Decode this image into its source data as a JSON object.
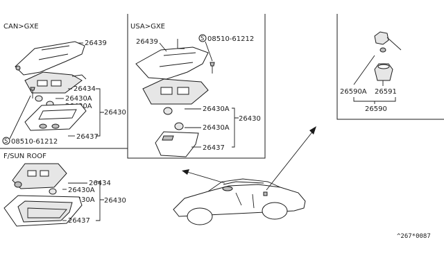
{
  "sections": {
    "can_gxe": "CAN>GXE",
    "usa_gxe": "USA>GXE",
    "sun_roof": "F/SUN ROOF"
  },
  "parts": {
    "p26439": "26439",
    "p26434": "26434",
    "p26430A": "26430A",
    "p26430": "26430",
    "p26437": "26437",
    "p26590A": "26590A",
    "p26591": "26591",
    "p26590": "26590",
    "screw_code": "08510-61212",
    "screw_prefix": "S"
  },
  "diagram_ref": "^267*0087"
}
